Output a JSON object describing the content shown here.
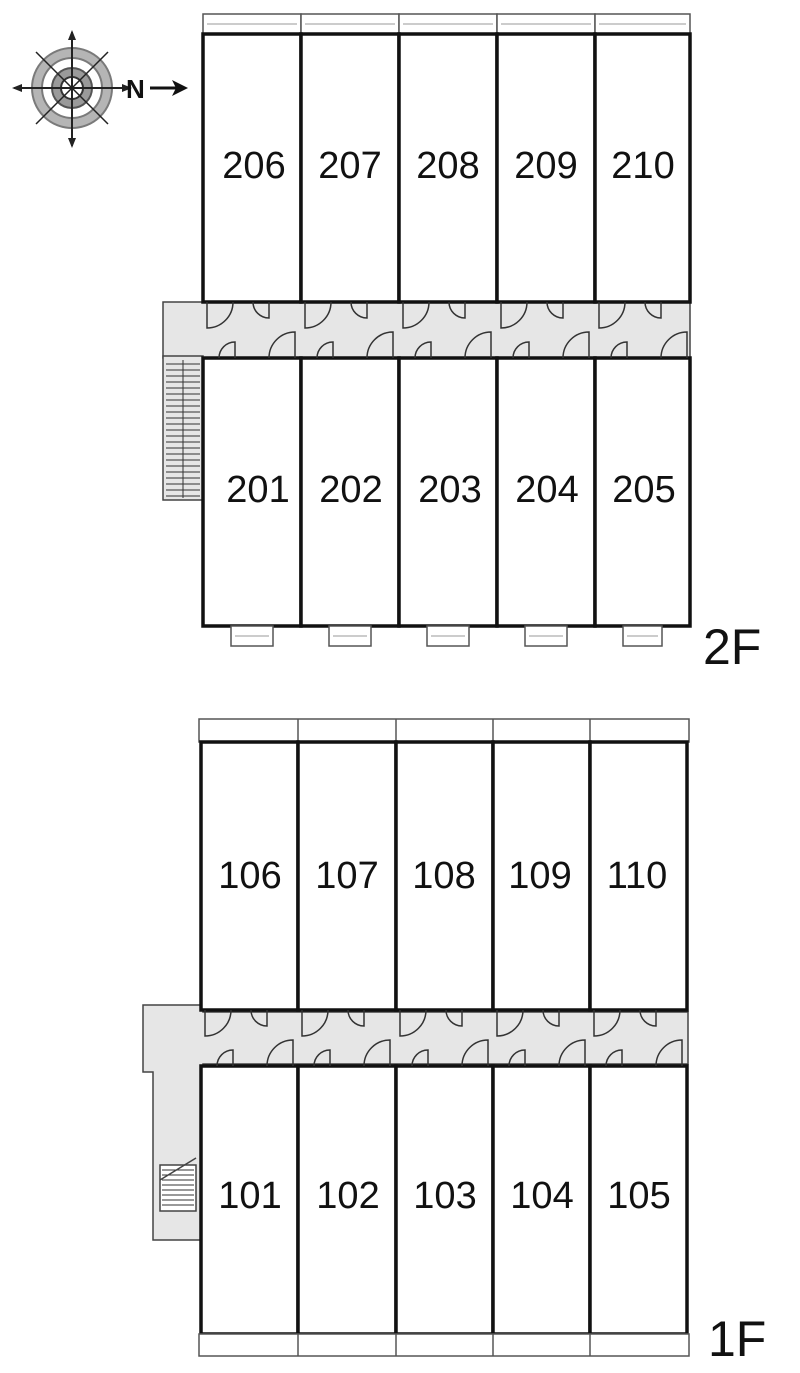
{
  "compass": {
    "icon": "compass-rose-icon",
    "north_label": "N"
  },
  "floors": [
    {
      "label": "2F",
      "top_rooms": [
        "206",
        "207",
        "208",
        "209",
        "210"
      ],
      "bottom_rooms": [
        "201",
        "202",
        "203",
        "204",
        "205"
      ]
    },
    {
      "label": "1F",
      "top_rooms": [
        "106",
        "107",
        "108",
        "109",
        "110"
      ],
      "bottom_rooms": [
        "101",
        "102",
        "103",
        "104",
        "105"
      ]
    }
  ],
  "colors": {
    "wall": "#111111",
    "corridor": "#e6e6e6",
    "compass_ring": "#9a9a9a"
  }
}
